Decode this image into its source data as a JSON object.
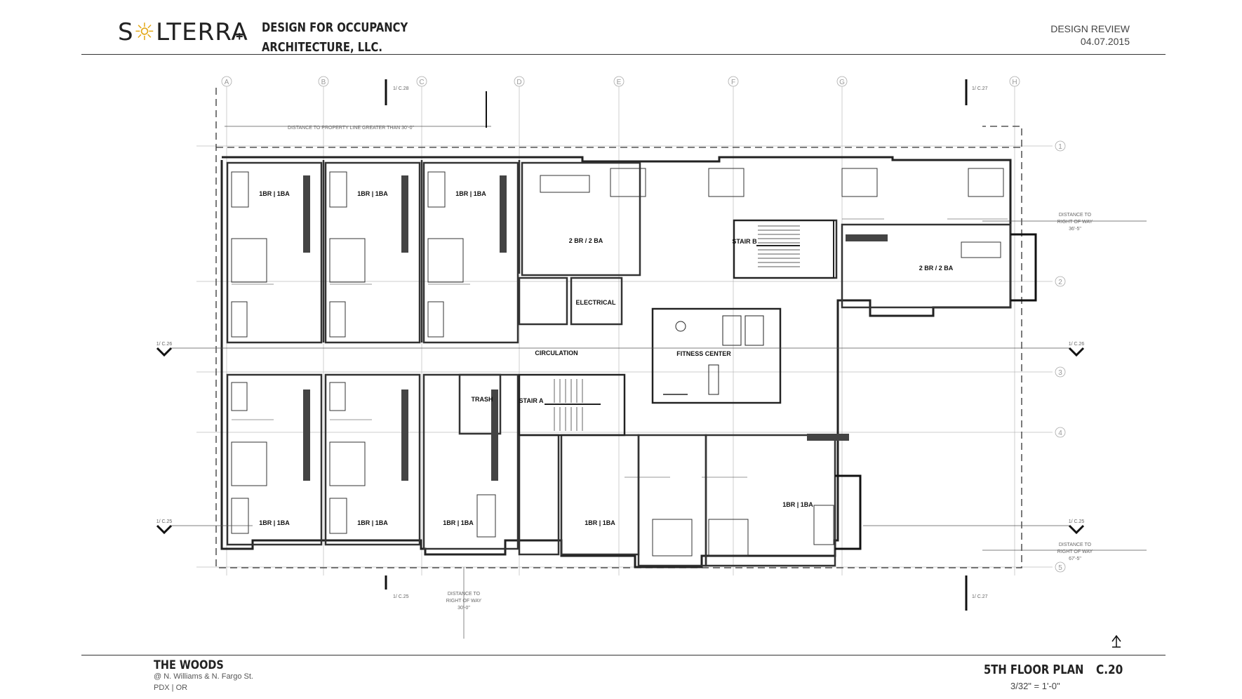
{
  "header": {
    "logo_prefix": "S",
    "logo_suffix": "LTERRA",
    "plus": "+",
    "firm_line1": "DESIGN FOR OCCUPANCY",
    "firm_line2": "ARCHITECTURE, LLC.",
    "review_label": "DESIGN REVIEW",
    "review_date": "04.07.2015"
  },
  "footer": {
    "project": "THE WOODS",
    "address": "@ N. Williams  &  N. Fargo St.",
    "city": "PDX | OR",
    "plan_title": "5TH FLOOR PLAN",
    "sheet": "C.20",
    "scale": "3/32\" = 1'-0\""
  },
  "plan": {
    "grid_columns": [
      "A",
      "B",
      "C",
      "D",
      "E",
      "F",
      "G",
      "H"
    ],
    "grid_rows": [
      "1",
      "2",
      "3",
      "4",
      "5"
    ],
    "rooms": {
      "unit_1br": "1BR | 1BA",
      "unit_2br": "2 BR / 2 BA",
      "stair_a": "STAIR A",
      "stair_b": "STAIR B",
      "electrical": "ELECTRICAL",
      "circulation": "CIRCULATION",
      "fitness": "FITNESS CENTER",
      "trash": "TRASH"
    },
    "notes": {
      "north_line": "DISTANCE TO PROPERTY LINE GREATER THAN 30'-0\"",
      "row_label": "DISTANCE TO",
      "row_label2": "RIGHT OF WAY",
      "row_dim_1": "36'-5\"",
      "row_dim_2": "67'-5\"",
      "row_dim_3": "30'-0\"",
      "sec_c26": "1/ C.26",
      "sec_c27": "1/ C.27",
      "sec_c28": "1/ C.28",
      "sec_c25": "1/ C.25"
    }
  }
}
